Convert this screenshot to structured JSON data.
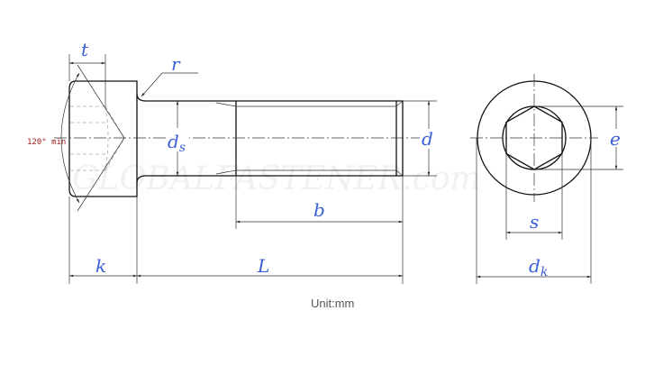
{
  "labels": {
    "t": "t",
    "r": "r",
    "ds": "d",
    "ds_sub": "s",
    "d": "d",
    "b": "b",
    "k": "k",
    "L": "L",
    "e": "e",
    "s": "s",
    "dk": "d",
    "dk_sub": "k"
  },
  "angle_note": "120° min",
  "unit": "Unit:mm",
  "watermark": "GLOBALFASTENER.com",
  "colors": {
    "label": "#3a5fd6",
    "angle": "#a02020",
    "line": "#111111"
  }
}
